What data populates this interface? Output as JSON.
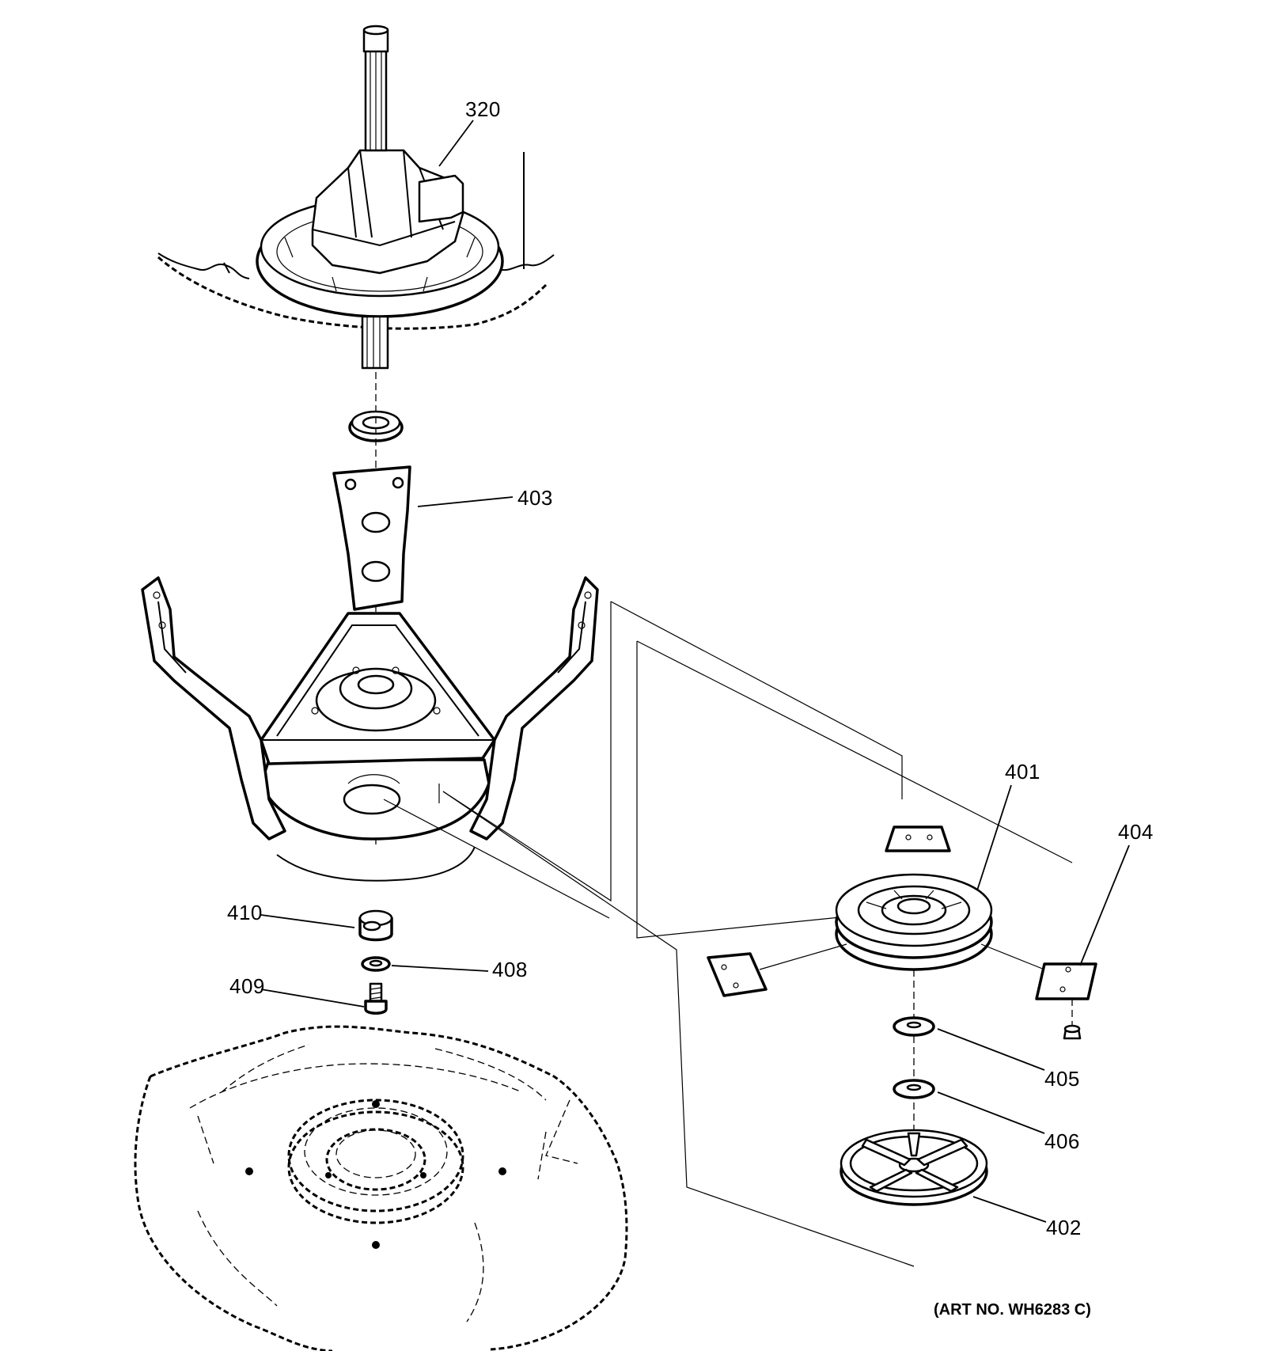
{
  "labels": {
    "l320": "320",
    "l403": "403",
    "l401": "401",
    "l404": "404",
    "l410": "410",
    "l408": "408",
    "l409": "409",
    "l405": "405",
    "l406": "406",
    "l402": "402"
  },
  "art_number": "(ART NO. WH6283 C)"
}
